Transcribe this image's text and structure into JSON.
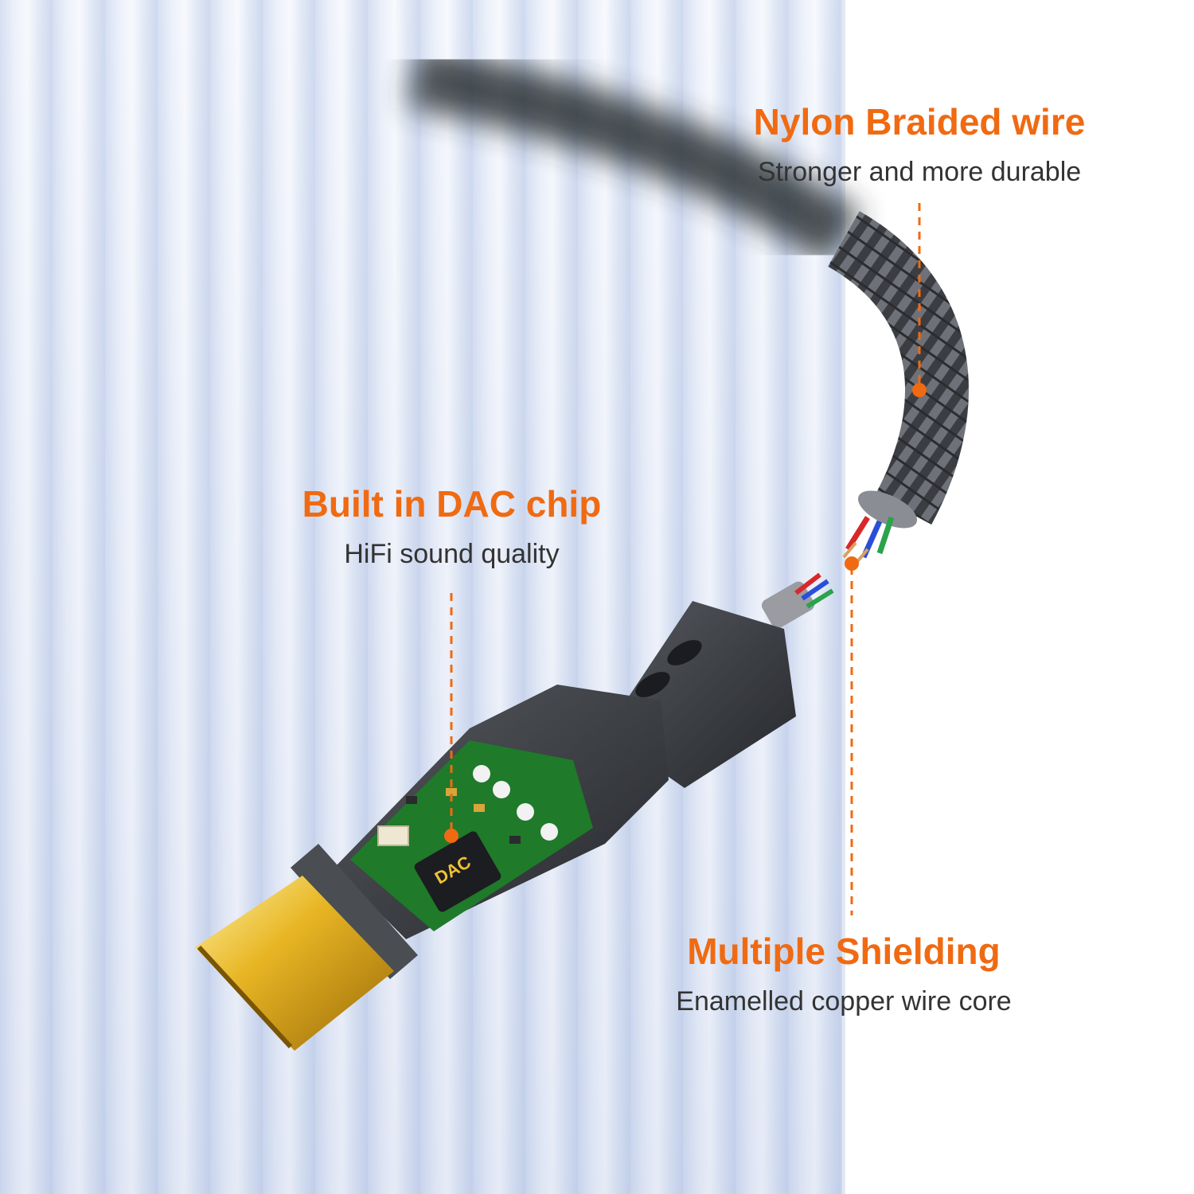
{
  "callouts": {
    "nylon": {
      "title": "Nylon Braided wire",
      "subtitle": "Stronger and more durable"
    },
    "dac": {
      "title": "Built in DAC chip",
      "subtitle": "HiFi sound quality"
    },
    "shielding": {
      "title": "Multiple Shielding",
      "subtitle": "Enamelled copper wire core"
    }
  },
  "chip_label": "DAC",
  "colors": {
    "accent": "#f06a12",
    "text": "#333333",
    "pcb": "#1f7a2a",
    "connector": "#d6a21a",
    "housing": "#3a3d42"
  }
}
